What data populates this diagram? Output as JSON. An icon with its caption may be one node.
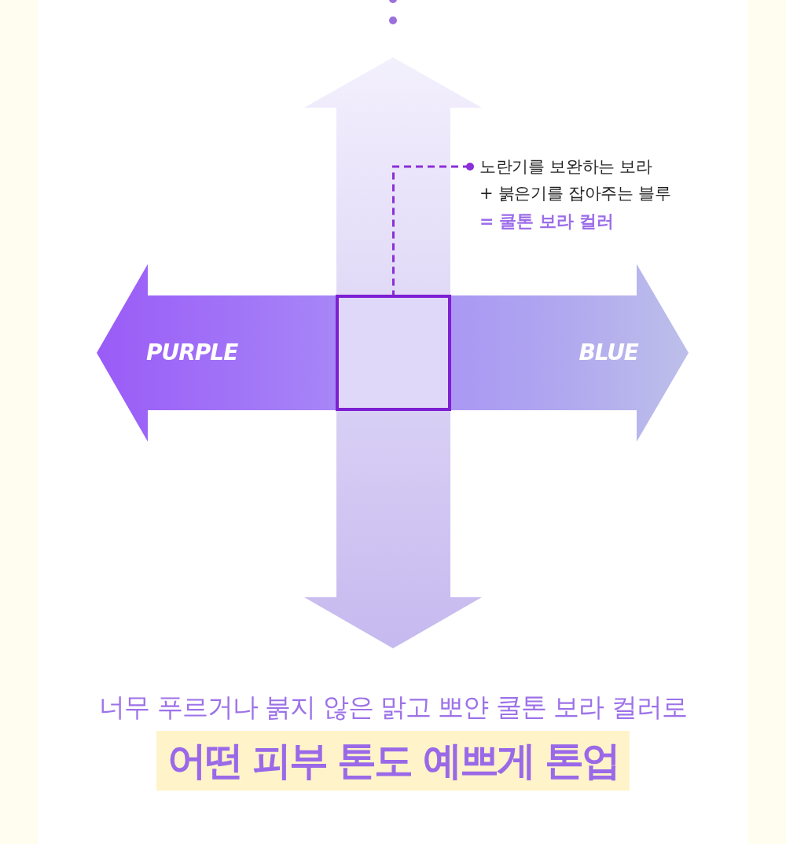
{
  "diagram": {
    "nodes": [
      {
        "text": [
          "노란기를 보완하는 보라",
          "+ 붉은기를 잡아주는 블루",
          "= 쿨톤 보라 컬러"
        ]
      },
      {
        "text": [],
        "shape": "box"
      }
    ],
    "edges": [
      {
        "from": 0,
        "to": 1,
        "arrow": "other",
        "style": "dashed"
      }
    ],
    "labels": [
      "PURPLE",
      "BLUE",
      "너무 푸르거나 붉지 않은 맑고 뽀얀 쿨톤 보라 컬러로",
      "어떤 피부 톤도 예쁘게 톤업"
    ]
  }
}
